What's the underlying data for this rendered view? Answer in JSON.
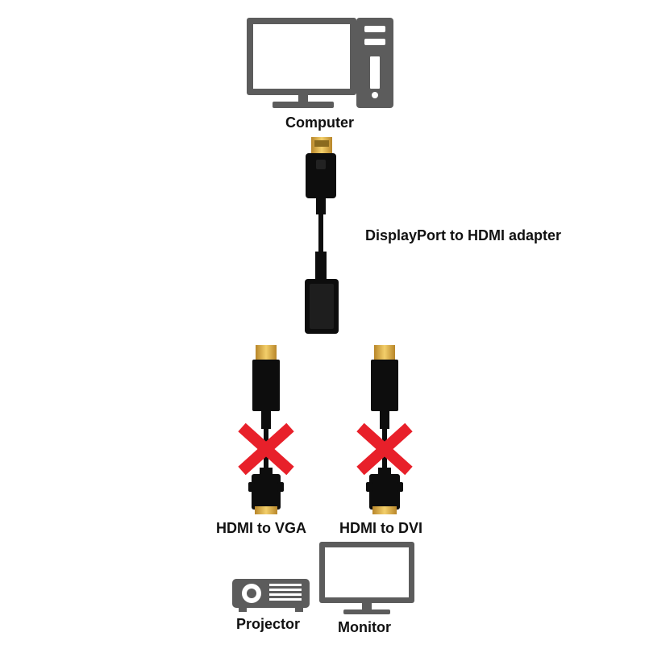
{
  "labels": {
    "computer": "Computer",
    "adapter": "DisplayPort to HDMI adapter",
    "hdmi_vga": "HDMI to VGA",
    "hdmi_dvi": "HDMI to DVI",
    "projector": "Projector",
    "monitor": "Monitor"
  },
  "icons": {
    "computer": "computer-icon",
    "adapter": "displayport-to-hdmi-adapter-icon",
    "hdmi_vga_cable": "hdmi-to-vga-cable-icon",
    "hdmi_dvi_cable": "hdmi-to-dvi-cable-icon",
    "cross": "red-cross-icon",
    "projector": "projector-icon",
    "monitor": "monitor-icon"
  },
  "colors": {
    "icon_gray": "#5c5c5c",
    "cable_black": "#0d0d0d",
    "gold": "#d4a83a",
    "cross_red": "#e8202a",
    "text": "#111111"
  }
}
